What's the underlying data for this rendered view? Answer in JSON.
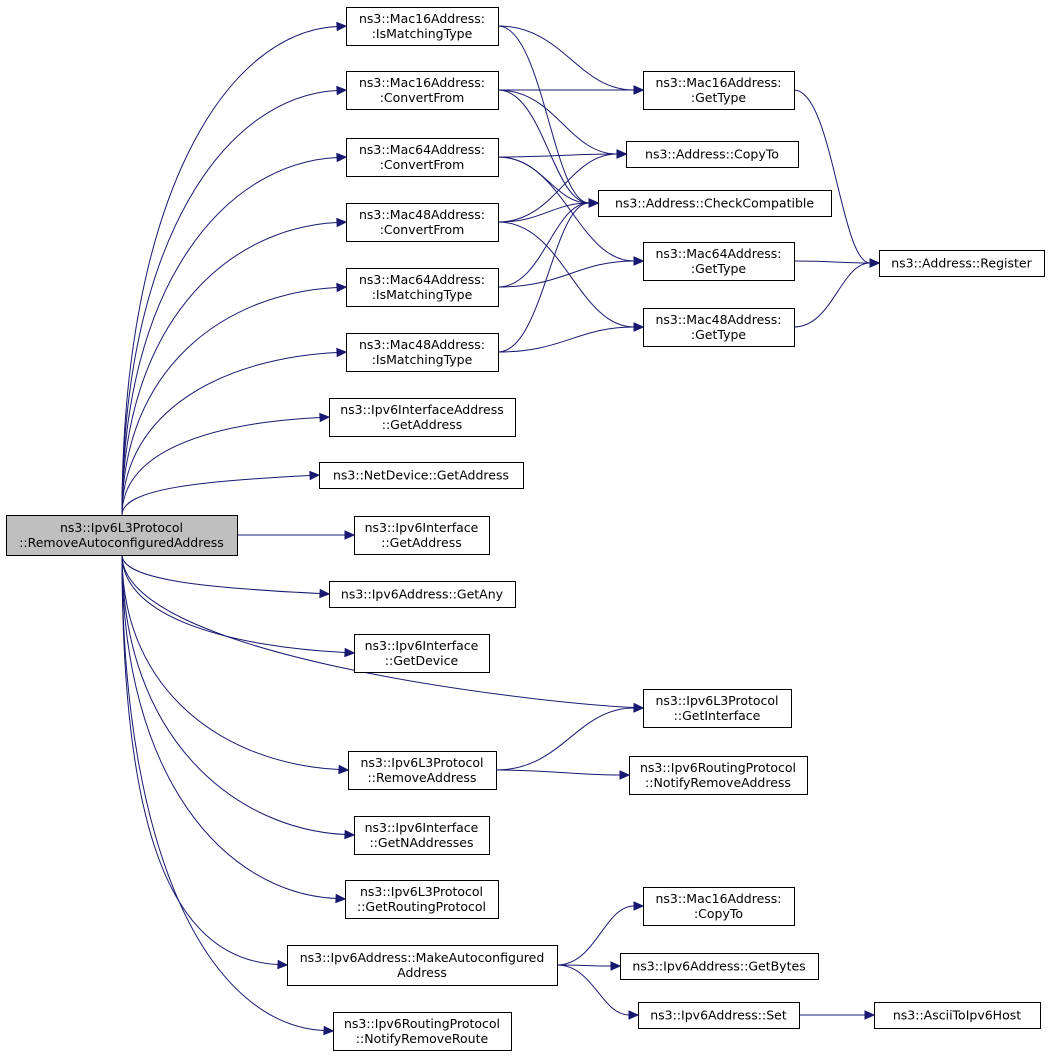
{
  "graph": {
    "nodes": [
      {
        "id": "root",
        "lines": [
          "ns3::Ipv6L3Protocol",
          "::RemoveAutoconfiguredAddress"
        ]
      },
      {
        "id": "mac16_ismatching",
        "lines": [
          "ns3::Mac16Address:",
          ":IsMatchingType"
        ]
      },
      {
        "id": "mac16_convertfrom",
        "lines": [
          "ns3::Mac16Address:",
          ":ConvertFrom"
        ]
      },
      {
        "id": "mac64_convertfrom",
        "lines": [
          "ns3::Mac64Address:",
          ":ConvertFrom"
        ]
      },
      {
        "id": "mac48_convertfrom",
        "lines": [
          "ns3::Mac48Address:",
          ":ConvertFrom"
        ]
      },
      {
        "id": "mac64_ismatching",
        "lines": [
          "ns3::Mac64Address:",
          ":IsMatchingType"
        ]
      },
      {
        "id": "mac48_ismatching",
        "lines": [
          "ns3::Mac48Address:",
          ":IsMatchingType"
        ]
      },
      {
        "id": "ipv6ifaddr_getaddress",
        "lines": [
          "ns3::Ipv6InterfaceAddress",
          "::GetAddress"
        ]
      },
      {
        "id": "netdevice_getaddress",
        "lines": [
          "ns3::NetDevice::GetAddress"
        ]
      },
      {
        "id": "ipv6if_getaddress",
        "lines": [
          "ns3::Ipv6Interface",
          "::GetAddress"
        ]
      },
      {
        "id": "ipv6addr_getany",
        "lines": [
          "ns3::Ipv6Address::GetAny"
        ]
      },
      {
        "id": "ipv6if_getdevice",
        "lines": [
          "ns3::Ipv6Interface",
          "::GetDevice"
        ]
      },
      {
        "id": "ipv6l3_removeaddress",
        "lines": [
          "ns3::Ipv6L3Protocol",
          "::RemoveAddress"
        ]
      },
      {
        "id": "ipv6if_getnaddresses",
        "lines": [
          "ns3::Ipv6Interface",
          "::GetNAddresses"
        ]
      },
      {
        "id": "ipv6l3_getrouting",
        "lines": [
          "ns3::Ipv6L3Protocol",
          "::GetRoutingProtocol"
        ]
      },
      {
        "id": "ipv6addr_makeauto",
        "lines": [
          "ns3::Ipv6Address::MakeAutoconfigured",
          "Address"
        ]
      },
      {
        "id": "ipv6routing_notifyremoveroute",
        "lines": [
          "ns3::Ipv6RoutingProtocol",
          "::NotifyRemoveRoute"
        ]
      },
      {
        "id": "mac16_gettype",
        "lines": [
          "ns3::Mac16Address:",
          ":GetType"
        ]
      },
      {
        "id": "address_copyto",
        "lines": [
          "ns3::Address::CopyTo"
        ]
      },
      {
        "id": "address_checkcompatible",
        "lines": [
          "ns3::Address::CheckCompatible"
        ]
      },
      {
        "id": "mac64_gettype",
        "lines": [
          "ns3::Mac64Address:",
          ":GetType"
        ]
      },
      {
        "id": "mac48_gettype",
        "lines": [
          "ns3::Mac48Address:",
          ":GetType"
        ]
      },
      {
        "id": "ipv6l3_getinterface",
        "lines": [
          "ns3::Ipv6L3Protocol",
          "::GetInterface"
        ]
      },
      {
        "id": "ipv6routing_notifyremoveaddress",
        "lines": [
          "ns3::Ipv6RoutingProtocol",
          "::NotifyRemoveAddress"
        ]
      },
      {
        "id": "mac16_copyto",
        "lines": [
          "ns3::Mac16Address:",
          ":CopyTo"
        ]
      },
      {
        "id": "ipv6addr_getbytes",
        "lines": [
          "ns3::Ipv6Address::GetBytes"
        ]
      },
      {
        "id": "ipv6addr_set",
        "lines": [
          "ns3::Ipv6Address::Set"
        ]
      },
      {
        "id": "address_register",
        "lines": [
          "ns3::Address::Register"
        ]
      },
      {
        "id": "asciitoipv6host",
        "lines": [
          "ns3::AsciiToIpv6Host"
        ]
      }
    ],
    "edges": [
      [
        "root",
        "mac16_ismatching"
      ],
      [
        "root",
        "mac16_convertfrom"
      ],
      [
        "root",
        "mac64_convertfrom"
      ],
      [
        "root",
        "mac48_convertfrom"
      ],
      [
        "root",
        "mac64_ismatching"
      ],
      [
        "root",
        "mac48_ismatching"
      ],
      [
        "root",
        "ipv6ifaddr_getaddress"
      ],
      [
        "root",
        "netdevice_getaddress"
      ],
      [
        "root",
        "ipv6if_getaddress"
      ],
      [
        "root",
        "ipv6addr_getany"
      ],
      [
        "root",
        "ipv6if_getdevice"
      ],
      [
        "root",
        "ipv6l3_getinterface"
      ],
      [
        "root",
        "ipv6l3_removeaddress"
      ],
      [
        "root",
        "ipv6if_getnaddresses"
      ],
      [
        "root",
        "ipv6l3_getrouting"
      ],
      [
        "root",
        "ipv6addr_makeauto"
      ],
      [
        "root",
        "ipv6routing_notifyremoveroute"
      ],
      [
        "mac16_ismatching",
        "mac16_gettype"
      ],
      [
        "mac16_ismatching",
        "address_checkcompatible"
      ],
      [
        "mac16_convertfrom",
        "mac16_gettype"
      ],
      [
        "mac16_convertfrom",
        "address_copyto"
      ],
      [
        "mac16_convertfrom",
        "address_checkcompatible"
      ],
      [
        "mac64_convertfrom",
        "address_copyto"
      ],
      [
        "mac64_convertfrom",
        "address_checkcompatible"
      ],
      [
        "mac64_convertfrom",
        "mac64_gettype"
      ],
      [
        "mac48_convertfrom",
        "address_copyto"
      ],
      [
        "mac48_convertfrom",
        "address_checkcompatible"
      ],
      [
        "mac48_convertfrom",
        "mac48_gettype"
      ],
      [
        "mac64_ismatching",
        "address_checkcompatible"
      ],
      [
        "mac64_ismatching",
        "mac64_gettype"
      ],
      [
        "mac48_ismatching",
        "address_checkcompatible"
      ],
      [
        "mac48_ismatching",
        "mac48_gettype"
      ],
      [
        "mac16_gettype",
        "address_register"
      ],
      [
        "mac64_gettype",
        "address_register"
      ],
      [
        "mac48_gettype",
        "address_register"
      ],
      [
        "ipv6l3_removeaddress",
        "ipv6l3_getinterface"
      ],
      [
        "ipv6l3_removeaddress",
        "ipv6routing_notifyremoveaddress"
      ],
      [
        "ipv6addr_makeauto",
        "mac16_copyto"
      ],
      [
        "ipv6addr_makeauto",
        "ipv6addr_getbytes"
      ],
      [
        "ipv6addr_makeauto",
        "ipv6addr_set"
      ],
      [
        "ipv6addr_set",
        "asciitoipv6host"
      ]
    ]
  }
}
